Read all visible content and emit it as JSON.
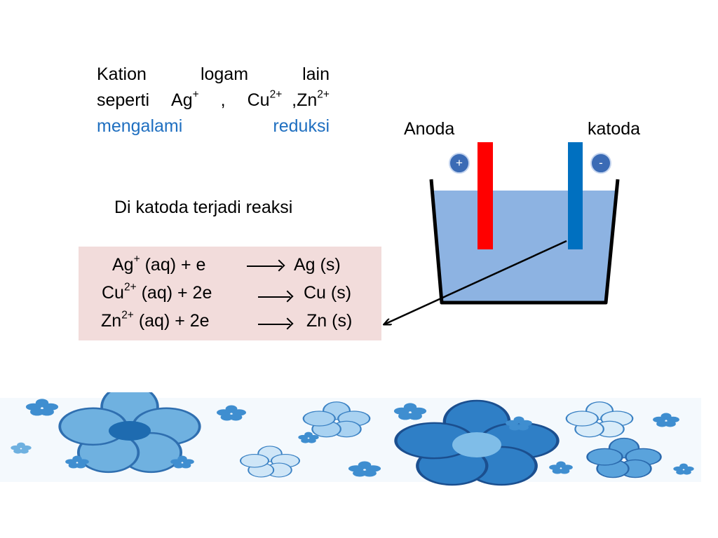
{
  "intro": {
    "line1": [
      "Kation",
      "logam",
      "lain"
    ],
    "line2": {
      "w1": "seperti",
      "ag": "Ag",
      "ag_sup": "+",
      "sep1": ",",
      "cu": "Cu",
      "cu_sup": "2+",
      "zn": ",Zn",
      "zn_sup": "2+"
    },
    "line3": [
      "mengalami",
      "reduksi"
    ]
  },
  "subtitle": "Di katoda terjadi reaksi",
  "reactions": [
    {
      "ion": "Ag",
      "charge": "+",
      "lhs": "(aq) + e",
      "rhs": "Ag (s)"
    },
    {
      "ion": "Cu",
      "charge": "2+",
      "lhs": "(aq)  + 2e",
      "rhs": "Cu (s)"
    },
    {
      "ion": "Zn",
      "charge": "2+",
      "lhs": "(aq)  + 2e",
      "rhs": "Zn (s)"
    }
  ],
  "cell": {
    "anode_label": "Anoda",
    "cathode_label": "katoda",
    "anode_sign": "+",
    "cathode_sign": "-"
  },
  "colors": {
    "highlight_text": "#1f6fc0",
    "reaction_box": "#f2dcdb",
    "electrolyte": "#8db3e2",
    "anode": "#ff0000",
    "cathode": "#0070c0",
    "sign_badge": "#3b6bb5"
  }
}
